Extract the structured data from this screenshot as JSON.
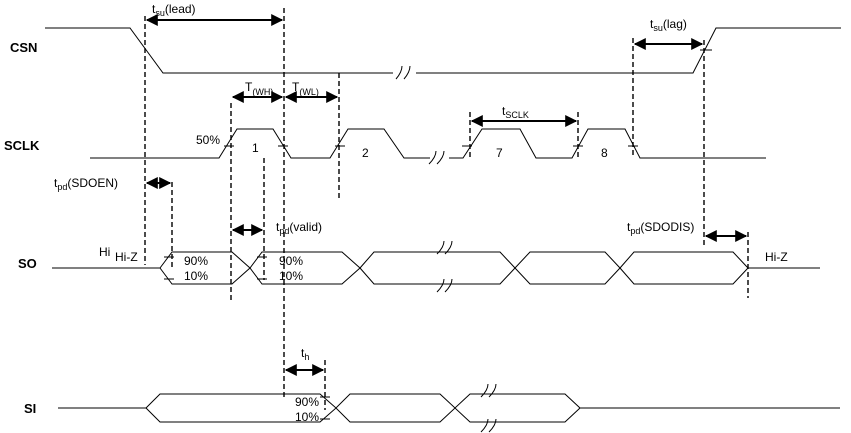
{
  "signals": {
    "csn": "CSN",
    "sclk": "SCLK",
    "so": "SO",
    "si": "SI"
  },
  "timing": {
    "tsu_lead": {
      "main": "t",
      "sub": "su",
      "tail": "(lead)"
    },
    "tsu_lag": {
      "main": "t",
      "sub": "su",
      "tail": "(lag)"
    },
    "twh": {
      "main": "T",
      "sub": "(WH)",
      "tail": ""
    },
    "twl": {
      "main": "T",
      "sub": "(WL)",
      "tail": ""
    },
    "tsclk": {
      "main": "t",
      "sub": "SCLK",
      "tail": ""
    },
    "tpd_sdoen": {
      "main": "t",
      "sub": "pd",
      "tail": "(SDOEN)"
    },
    "tpd_valid": {
      "main": "t",
      "sub": "pd",
      "tail": "(valid)"
    },
    "tpd_sdodis": {
      "main": "t",
      "sub": "pd",
      "tail": "(SDODIS)"
    },
    "th": {
      "main": "t",
      "sub": "h",
      "tail": ""
    }
  },
  "levels": {
    "fifty": "50%",
    "ninety": "90%",
    "ten": "10%",
    "hi": "Hi",
    "hiz": "Hi-Z"
  },
  "clock_numbers": [
    "1",
    "2",
    "7",
    "8"
  ]
}
